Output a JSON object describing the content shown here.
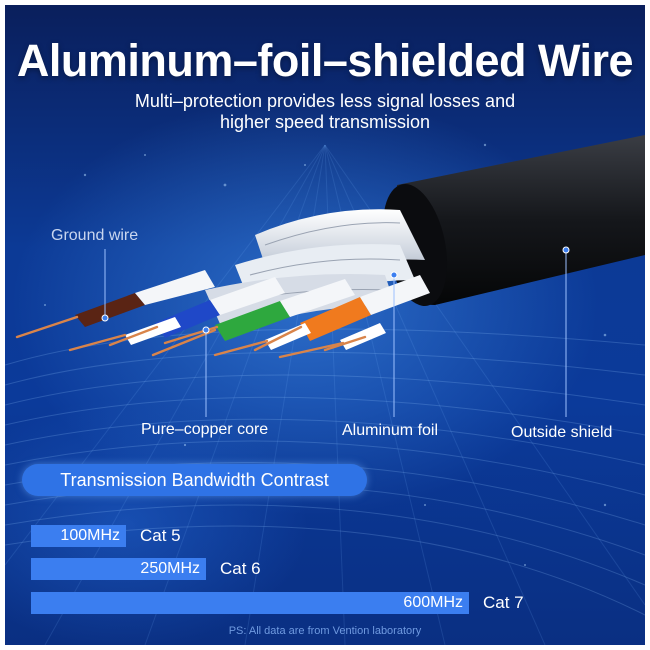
{
  "title": "Aluminum–foil–shielded Wire",
  "subtitle": {
    "line1": "Multi–protection provides less signal losses and",
    "line2": "higher speed transmission"
  },
  "callouts": {
    "ground": "Ground wire",
    "copper": "Pure–copper core",
    "foil": "Aluminum foil",
    "shield": "Outside shield"
  },
  "bandwidth": {
    "heading": "Transmission Bandwidth Contrast",
    "bars": [
      {
        "value": "100MHz",
        "category": "Cat 5",
        "mhz": 100
      },
      {
        "value": "250MHz",
        "category": "Cat 6",
        "mhz": 250
      },
      {
        "value": "600MHz",
        "category": "Cat 7",
        "mhz": 600
      }
    ]
  },
  "footnote": "PS:  All data are from Vention laboratory",
  "colors": {
    "accent": "#2f73e6",
    "bar": "#3b7ef0",
    "pair_orange": "#f07a1e",
    "pair_green": "#2ea83e",
    "pair_blue": "#1f48c8",
    "pair_brown": "#5a2414",
    "copper": "#d9844a"
  }
}
